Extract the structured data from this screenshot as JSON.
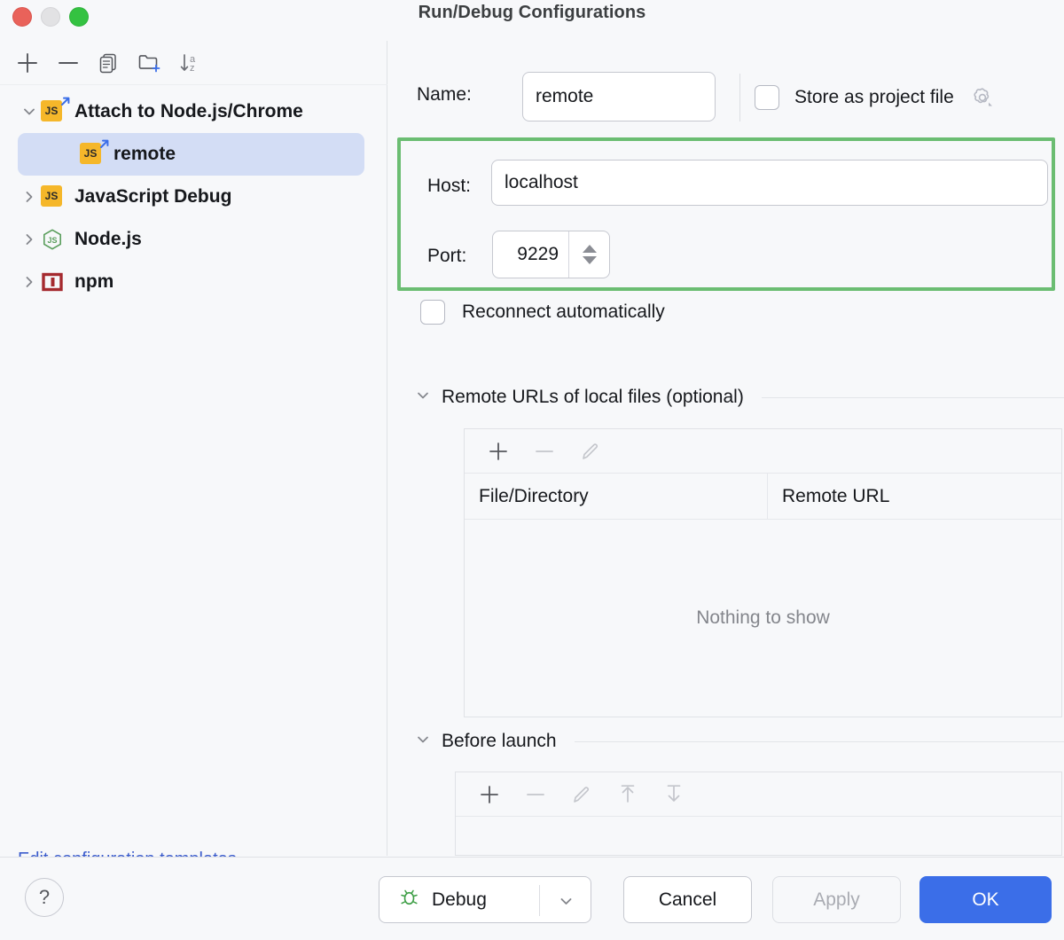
{
  "window": {
    "title": "Run/Debug Configurations",
    "traffic_lights": [
      "close-red",
      "minimize-gray",
      "zoom-green"
    ]
  },
  "sidebar": {
    "toolbar": [
      {
        "name": "add-configuration-button",
        "icon": "plus-icon"
      },
      {
        "name": "remove-configuration-button",
        "icon": "minus-icon"
      },
      {
        "name": "copy-configuration-button",
        "icon": "copy-icon"
      },
      {
        "name": "new-folder-button",
        "icon": "folder-add-icon"
      },
      {
        "name": "sort-alphabetically-button",
        "icon": "sort-az-icon"
      }
    ],
    "tree": [
      {
        "label": "Attach to Node.js/Chrome",
        "icon": "js-attach-icon",
        "expanded": true,
        "level": 0,
        "selected": false
      },
      {
        "label": "remote",
        "icon": "js-attach-icon",
        "expanded": null,
        "level": 1,
        "selected": true
      },
      {
        "label": "JavaScript Debug",
        "icon": "js-icon",
        "expanded": false,
        "level": 0,
        "selected": false
      },
      {
        "label": "Node.js",
        "icon": "nodejs-icon",
        "expanded": false,
        "level": 0,
        "selected": false
      },
      {
        "label": "npm",
        "icon": "npm-icon",
        "expanded": false,
        "level": 0,
        "selected": false
      }
    ],
    "edit_templates_link": "Edit configuration templates..."
  },
  "form": {
    "name_label": "Name:",
    "name_value": "remote",
    "store_as_project_file_label": "Store as project file",
    "store_as_project_file_checked": false,
    "gear_icon": "gear-icon",
    "highlight_color": "#6bbd72",
    "host_label": "Host:",
    "host_value": "localhost",
    "port_label": "Port:",
    "port_value": "9229",
    "reconnect_label": "Reconnect automatically",
    "reconnect_checked": false
  },
  "remote_urls": {
    "section_title": "Remote URLs of local files (optional)",
    "expanded": true,
    "toolbar": [
      {
        "name": "add-remote-url-button",
        "icon": "plus-icon",
        "enabled": true
      },
      {
        "name": "remove-remote-url-button",
        "icon": "minus-icon",
        "enabled": false
      },
      {
        "name": "edit-remote-url-button",
        "icon": "pencil-icon",
        "enabled": false
      }
    ],
    "columns": [
      "File/Directory",
      "Remote URL"
    ],
    "rows": [],
    "empty_text": "Nothing to show"
  },
  "before_launch": {
    "section_title": "Before launch",
    "expanded": true,
    "toolbar": [
      {
        "name": "add-task-button",
        "icon": "plus-icon",
        "enabled": true
      },
      {
        "name": "remove-task-button",
        "icon": "minus-icon",
        "enabled": false
      },
      {
        "name": "edit-task-button",
        "icon": "pencil-icon",
        "enabled": false
      },
      {
        "name": "move-up-button",
        "icon": "arrow-up-icon",
        "enabled": false
      },
      {
        "name": "move-down-button",
        "icon": "arrow-down-icon",
        "enabled": false
      }
    ],
    "rows": []
  },
  "footer": {
    "help_label": "?",
    "debug_label": "Debug",
    "debug_icon": "bug-icon",
    "cancel_label": "Cancel",
    "apply_label": "Apply",
    "apply_enabled": false,
    "ok_label": "OK",
    "ok_color": "#3b6ee8"
  }
}
